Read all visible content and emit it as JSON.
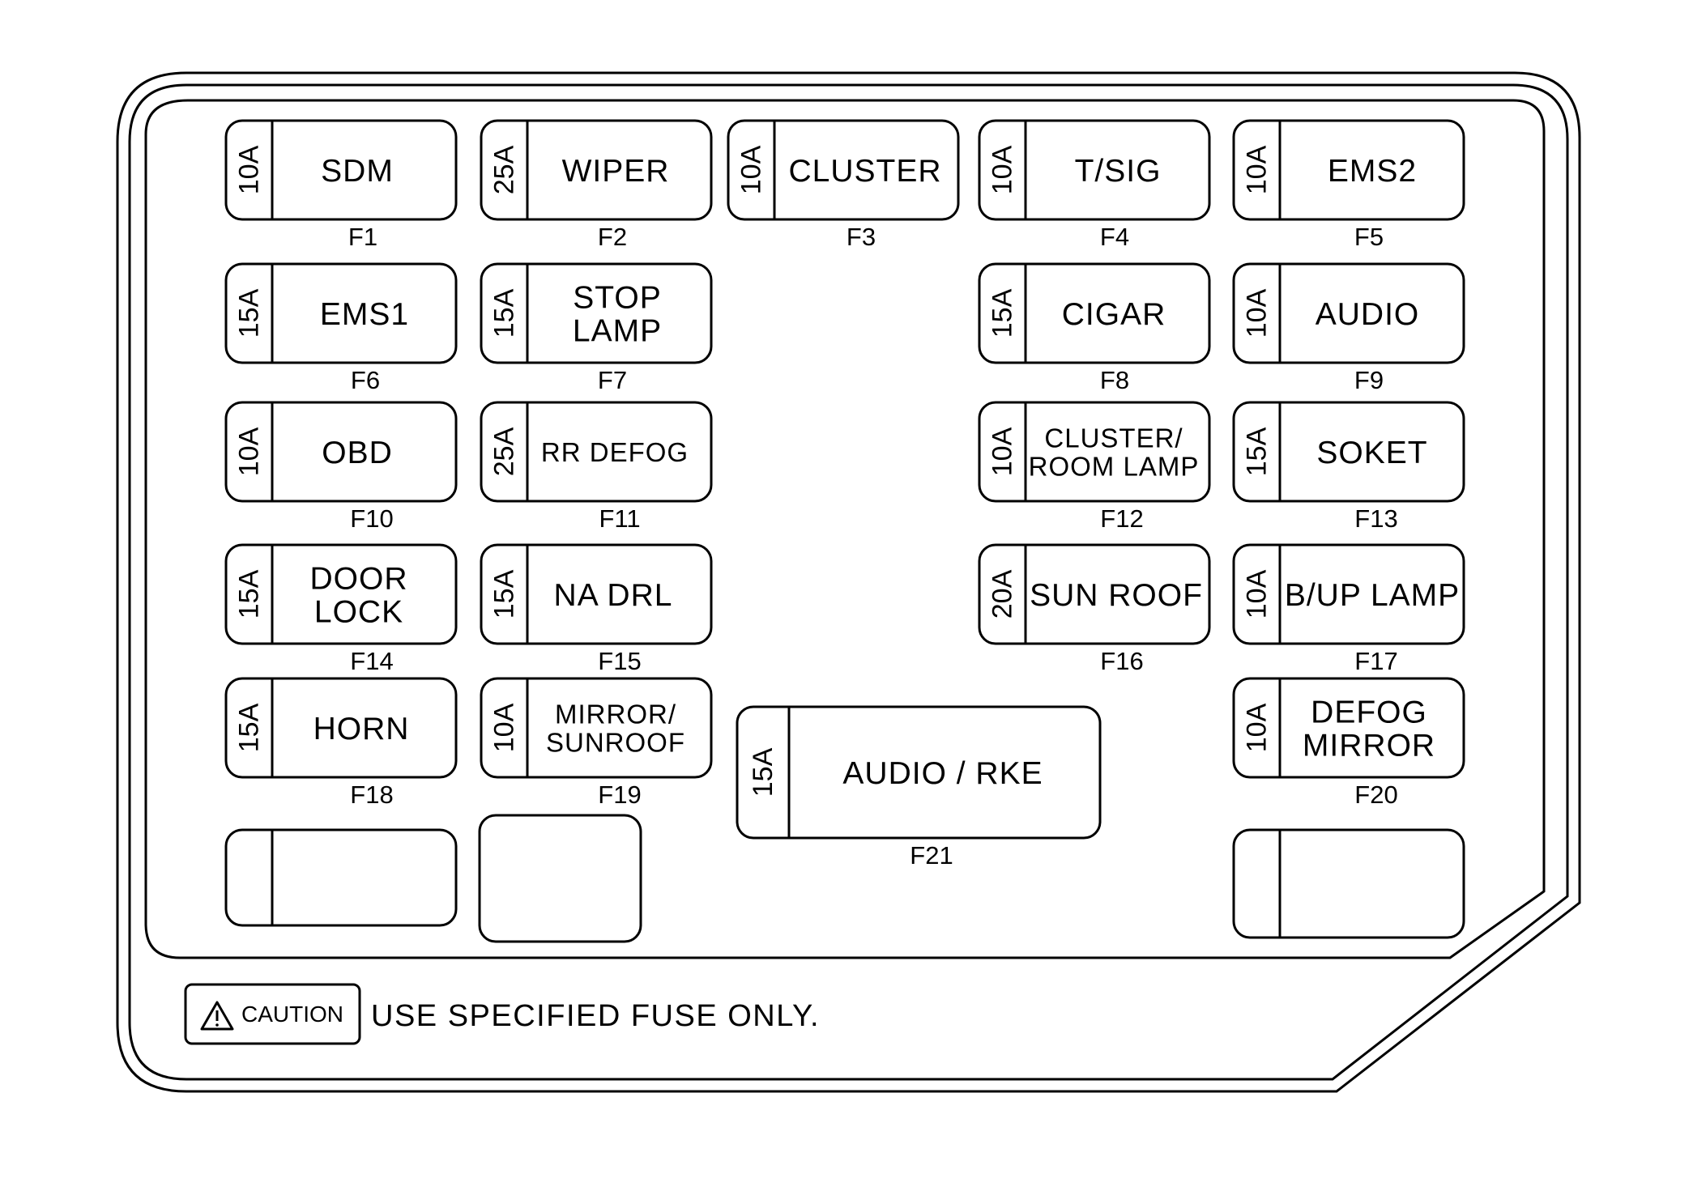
{
  "fuses": [
    {
      "id": "F1",
      "amp": "10A",
      "lines": [
        "SDM"
      ]
    },
    {
      "id": "F2",
      "amp": "25A",
      "lines": [
        "WIPER"
      ]
    },
    {
      "id": "F3",
      "amp": "10A",
      "lines": [
        "CLUSTER"
      ]
    },
    {
      "id": "F4",
      "amp": "10A",
      "lines": [
        "T/SIG"
      ]
    },
    {
      "id": "F5",
      "amp": "10A",
      "lines": [
        "EMS2"
      ]
    },
    {
      "id": "F6",
      "amp": "15A",
      "lines": [
        "EMS1"
      ]
    },
    {
      "id": "F7",
      "amp": "15A",
      "lines": [
        "STOP",
        "LAMP"
      ]
    },
    {
      "id": "F8",
      "amp": "15A",
      "lines": [
        "CIGAR"
      ]
    },
    {
      "id": "F9",
      "amp": "10A",
      "lines": [
        "AUDIO"
      ]
    },
    {
      "id": "F10",
      "amp": "10A",
      "lines": [
        "OBD"
      ]
    },
    {
      "id": "F11",
      "amp": "25A",
      "lines": [
        "RR DEFOG"
      ]
    },
    {
      "id": "F12",
      "amp": "10A",
      "lines": [
        "CLUSTER/",
        "ROOM LAMP"
      ]
    },
    {
      "id": "F13",
      "amp": "15A",
      "lines": [
        "SOKET"
      ]
    },
    {
      "id": "F14",
      "amp": "15A",
      "lines": [
        "DOOR",
        "LOCK"
      ]
    },
    {
      "id": "F15",
      "amp": "15A",
      "lines": [
        "NA DRL"
      ]
    },
    {
      "id": "F16",
      "amp": "20A",
      "lines": [
        "SUN ROOF"
      ]
    },
    {
      "id": "F17",
      "amp": "10A",
      "lines": [
        "B/UP LAMP"
      ]
    },
    {
      "id": "F18",
      "amp": "15A",
      "lines": [
        "HORN"
      ]
    },
    {
      "id": "F19",
      "amp": "10A",
      "lines": [
        "MIRROR/",
        "SUNROOF"
      ]
    },
    {
      "id": "F20",
      "amp": "10A",
      "lines": [
        "DEFOG",
        "MIRROR"
      ]
    },
    {
      "id": "F21",
      "amp": "15A",
      "lines": [
        "AUDIO / RKE"
      ]
    }
  ],
  "caution": {
    "label": "CAUTION",
    "icon": "warning-triangle-icon",
    "text": "USE SPECIFIED FUSE ONLY."
  }
}
